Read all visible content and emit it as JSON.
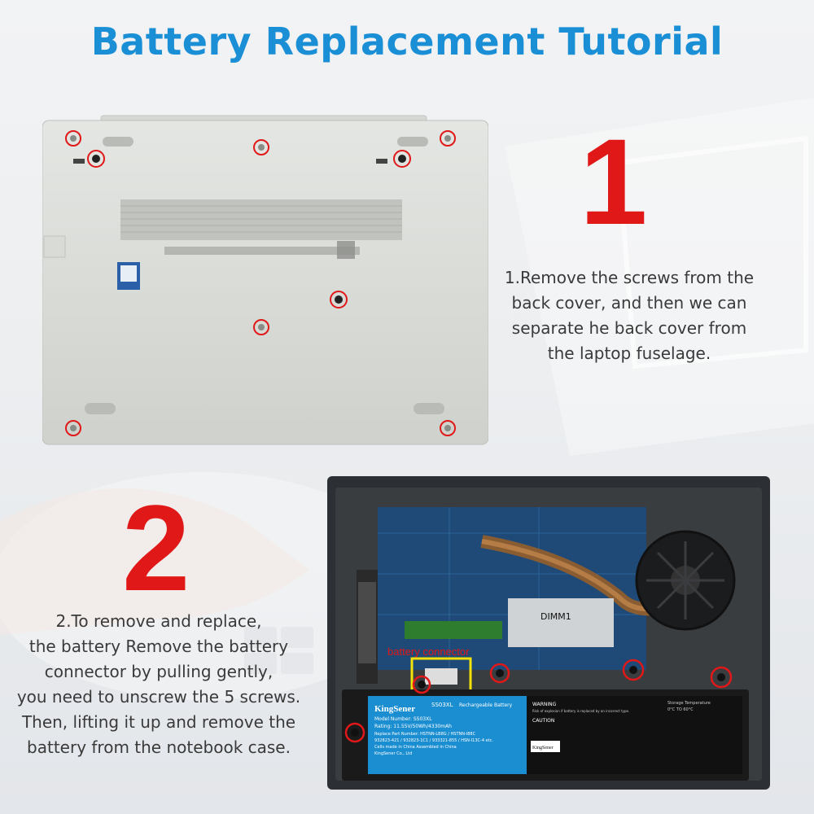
{
  "title": "Battery Replacement Tutorial",
  "step1": {
    "number": "1",
    "text": "1.Remove the screws from the\nback cover, and then we can\nseparate he back cover from\nthe laptop fuselage."
  },
  "step2": {
    "number": "2",
    "text": "2.To remove and replace,\nthe battery Remove the battery\nconnector by pulling gently,\nyou need to unscrew the 5 screws.\nThen, lifting it up and remove the\nbattery from the notebook case."
  },
  "laptop_inside": {
    "connector_label": "battery connector",
    "ram_label": "DIMM1",
    "battery": {
      "brand": "KingSener",
      "model_badge": "SS03XL",
      "type": "Rechargeable Battery",
      "model_line": "Model Number: SS03XL",
      "rating_line": "Rating: 11.55V/50Wh/4330mAh",
      "replace_line": "Replace Part Number: HSTNN-LB8G / HSTNN-I88C",
      "parts_line": "932823-421 / 932823-1C1 / 933321-855 / HSN-I13C-4 etc.",
      "made_line": "Cells made in China  Assembled in China",
      "company_line": "KingSener Co., Ltd",
      "warning_title": "WARNING",
      "warning_text": "Risk of explosion if battery is replaced by an incorrect type.",
      "caution_title": "CAUTION",
      "storage_title": "Storage Temperature",
      "storage_value": "0°C TO 60°C",
      "small_brand": "KingSener"
    }
  },
  "colors": {
    "title": "#1a8fd6",
    "number": "#e01818",
    "highlight_screw": "#e01818",
    "highlight_box": "#f2e20a"
  }
}
